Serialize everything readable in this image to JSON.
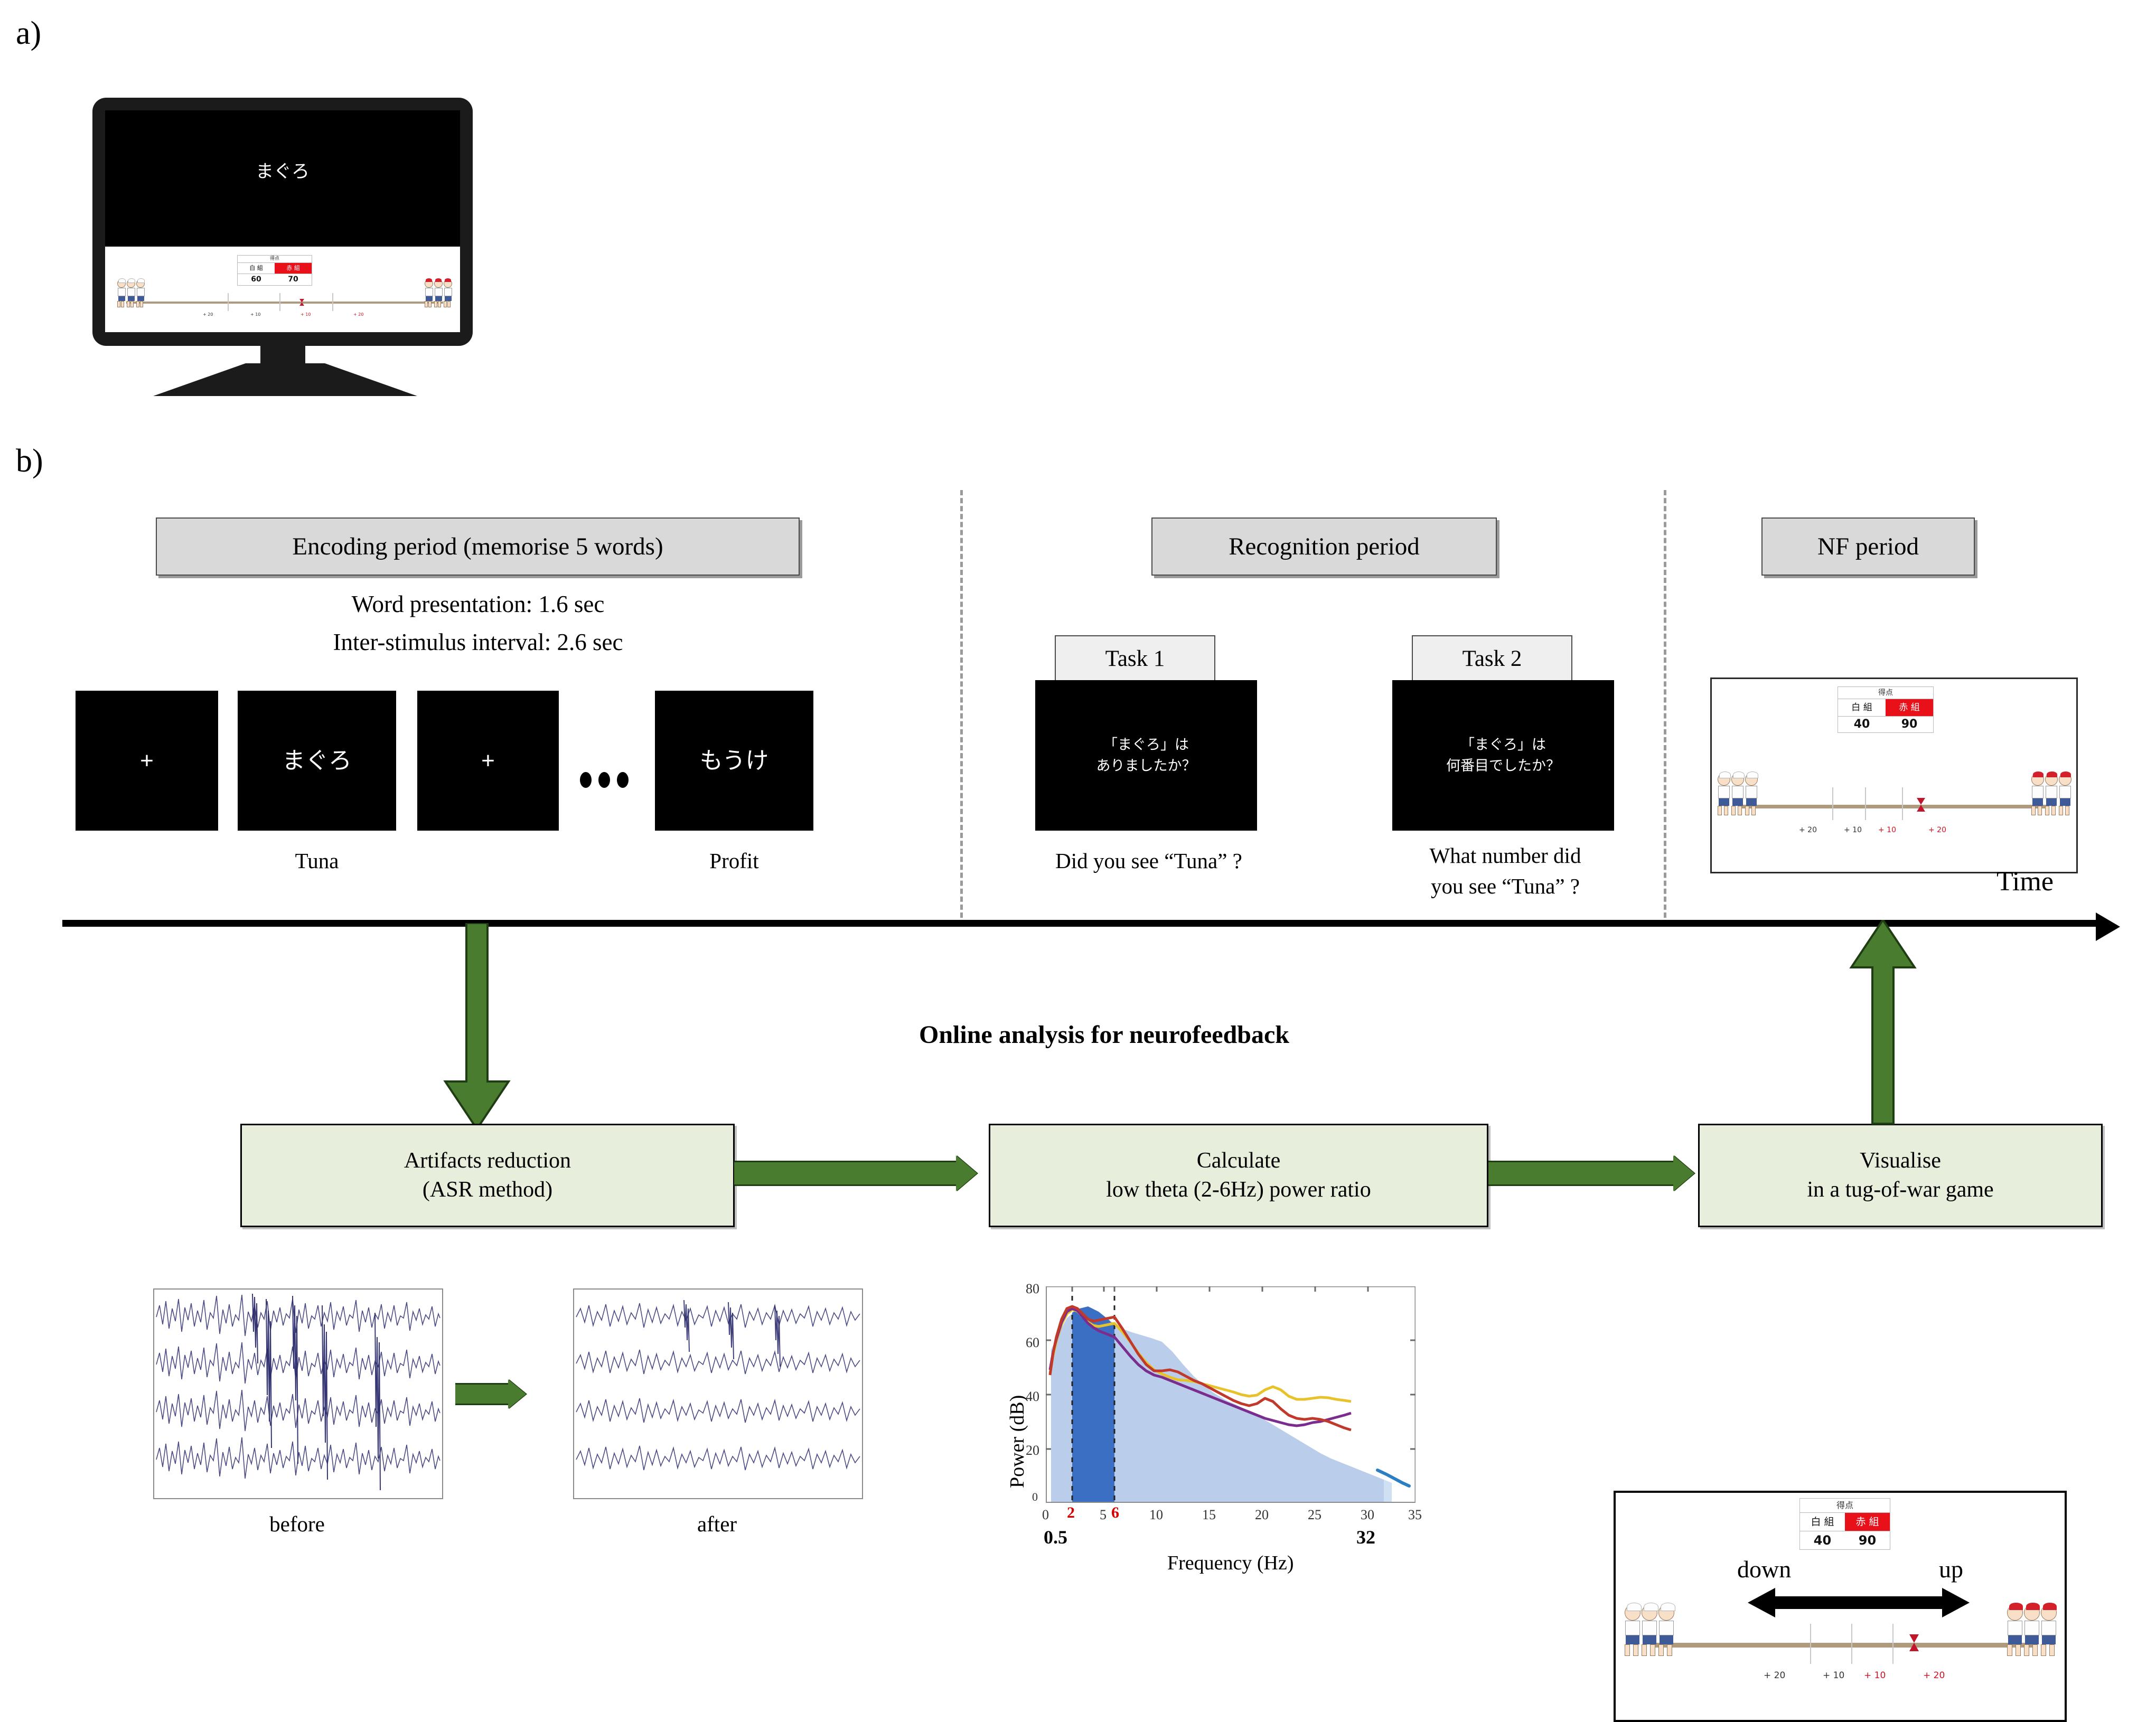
{
  "panels": {
    "a": "a)",
    "b": "b)"
  },
  "monitor": {
    "word": "まぐろ",
    "game": {
      "score_header": "得点",
      "white_team": "白 組",
      "red_team": "赤 組",
      "white_score": "60",
      "red_score": "70",
      "markers": [
        "+ 20",
        "+ 10",
        "+ 10",
        "+ 20"
      ]
    }
  },
  "encoding": {
    "title": "Encoding period (memorise 5 words)",
    "line1": "Word presentation: 1.6 sec",
    "line2": "Inter-stimulus interval: 2.6 sec",
    "stimuli": [
      {
        "kind": "fixation",
        "text": "+",
        "caption": ""
      },
      {
        "kind": "word",
        "text": "まぐろ",
        "caption": "Tuna"
      },
      {
        "kind": "fixation",
        "text": "+",
        "caption": ""
      },
      {
        "kind": "word",
        "text": "もうけ",
        "caption": "Profit"
      }
    ],
    "ellipsis": "•••"
  },
  "recognition": {
    "title": "Recognition period",
    "tasks": [
      {
        "label": "Task 1",
        "screen_line1": "「まぐろ」は",
        "screen_line2": "ありましたか？",
        "caption": "Did you see “Tuna” ?"
      },
      {
        "label": "Task 2",
        "screen_line1": "「まぐろ」は",
        "screen_line2": "何番目でしたか？",
        "caption_line1": "What number did",
        "caption_line2": "you see “Tuna” ?"
      }
    ]
  },
  "nf": {
    "title": "NF period",
    "screen": {
      "score_header": "得点",
      "white_team": "白 組",
      "red_team": "赤 組",
      "white_score": "40",
      "red_score": "90",
      "markers": [
        "+ 20",
        "+ 10",
        "+ 10",
        "+ 20"
      ]
    }
  },
  "timeline": {
    "axis_label": "Time"
  },
  "analysis": {
    "heading": "Online analysis for neurofeedback",
    "steps": [
      {
        "line1": "Artifacts reduction",
        "line2": "(ASR method)"
      },
      {
        "line1": "Calculate",
        "line2": "low theta (2-6Hz) power ratio"
      },
      {
        "line1": "Visualise",
        "line2": "in a tug-of-war game"
      }
    ]
  },
  "eeg": {
    "before_label": "before",
    "after_label": "after"
  },
  "nf_game": {
    "score_header": "得点",
    "white_team": "白 組",
    "red_team": "赤 組",
    "white_score": "40",
    "red_score": "90",
    "down_label": "down",
    "up_label": "up",
    "markers": [
      "+ 20",
      "+ 10",
      "+ 10",
      "+ 20"
    ]
  },
  "colors": {
    "green_arrow": "#4a7c2f",
    "proc_box_fill": "#e7efdc",
    "period_box_fill": "#d9d9d9",
    "red_team": "#e8111a",
    "band_highlight": "#3a6fc4",
    "area_fill": "#aec6e8"
  },
  "chart_data": {
    "type": "line",
    "title": "",
    "xlabel": "Frequency (Hz)",
    "ylabel": "Power (dB)",
    "xlim": [
      0,
      35
    ],
    "ylim": [
      0,
      80
    ],
    "xticks": [
      0,
      2,
      5,
      6,
      10,
      15,
      20,
      25,
      30,
      35
    ],
    "xtick_labels": [
      "0",
      "2",
      "5",
      "6",
      "10",
      "15",
      "20",
      "25",
      "30",
      "35"
    ],
    "xtick_highlight": [
      2,
      6
    ],
    "yticks": [
      0,
      20,
      40,
      60,
      80
    ],
    "ytick_labels": [
      "0",
      "20",
      "40",
      "60",
      "80"
    ],
    "grid": false,
    "legend": "none",
    "annotations": [
      {
        "text": "0.5",
        "x": 0.5,
        "position": "below-axis",
        "bold": true
      },
      {
        "text": "32",
        "x": 32,
        "position": "below-axis",
        "bold": true
      },
      {
        "text": "2",
        "x": 2,
        "color": "#d40000"
      },
      {
        "text": "6",
        "x": 6,
        "color": "#d40000"
      }
    ],
    "shaded_regions": [
      {
        "name": "low-theta-band",
        "x0": 2,
        "x1": 6,
        "color": "#3a6fc4",
        "label": "2-6 Hz"
      },
      {
        "name": "total-band",
        "x0": 0.5,
        "x1": 32,
        "color": "#aec6e8",
        "label": "0.5-32 Hz"
      }
    ],
    "vertical_dashed_lines": [
      2,
      6
    ],
    "x": [
      0,
      0.5,
      1,
      1.5,
      2,
      2.5,
      3,
      3.5,
      4,
      4.5,
      5,
      5.5,
      6,
      7,
      8,
      9,
      10,
      11,
      12,
      13,
      14,
      15,
      16,
      17,
      18,
      19,
      20,
      21,
      22,
      23,
      24,
      25,
      26,
      27,
      28,
      29,
      30,
      31,
      32,
      33,
      34
    ],
    "series": [
      {
        "name": "channel-1",
        "color": "#c0392b",
        "values": [
          55,
          62,
          67,
          70,
          71,
          69,
          66,
          62,
          60,
          59,
          59,
          60,
          61,
          57,
          52,
          47,
          44,
          41,
          40,
          41,
          40,
          38,
          37,
          35,
          33,
          31,
          30,
          28,
          26,
          25,
          24,
          22,
          23,
          24,
          20,
          17,
          16,
          15,
          16,
          13,
          12
        ]
      },
      {
        "name": "channel-2",
        "color": "#7b2d8e",
        "values": [
          56,
          61,
          66,
          69,
          70,
          68,
          65,
          61,
          59,
          58,
          57,
          57,
          56,
          53,
          49,
          45,
          42,
          40,
          39,
          40,
          39,
          37,
          36,
          34,
          32,
          30,
          28,
          27,
          25,
          24,
          23,
          21,
          20,
          19,
          18,
          17,
          16,
          15,
          16,
          15,
          16
        ]
      },
      {
        "name": "channel-3",
        "color": "#e8c22a",
        "values": [
          52,
          60,
          65,
          68,
          69,
          67,
          64,
          61,
          59,
          58,
          58,
          59,
          60,
          56,
          51,
          47,
          44,
          41,
          40,
          39,
          38,
          37,
          36,
          35,
          34,
          32,
          31,
          30,
          29,
          28,
          28,
          30,
          31,
          29,
          25,
          22,
          21,
          20,
          20,
          19,
          18
        ]
      },
      {
        "name": "channel-4",
        "color": "#2a7fc4",
        "values": [
          null,
          null,
          null,
          null,
          null,
          null,
          null,
          null,
          null,
          null,
          null,
          null,
          null,
          null,
          null,
          null,
          null,
          null,
          null,
          null,
          null,
          null,
          null,
          null,
          null,
          null,
          null,
          null,
          null,
          null,
          null,
          null,
          null,
          null,
          null,
          null,
          null,
          9,
          8,
          7,
          5
        ]
      }
    ],
    "envelope": {
      "name": "shaded-area-upper",
      "values": [
        58,
        62,
        66,
        69,
        70,
        68,
        65,
        61,
        59,
        58,
        57,
        56,
        55,
        51,
        47,
        44,
        41,
        39,
        38,
        37,
        36,
        35,
        33,
        31,
        30,
        28,
        26,
        25,
        24,
        22,
        21,
        20,
        19,
        18,
        16,
        15,
        15,
        14,
        13,
        9,
        7
      ]
    }
  }
}
